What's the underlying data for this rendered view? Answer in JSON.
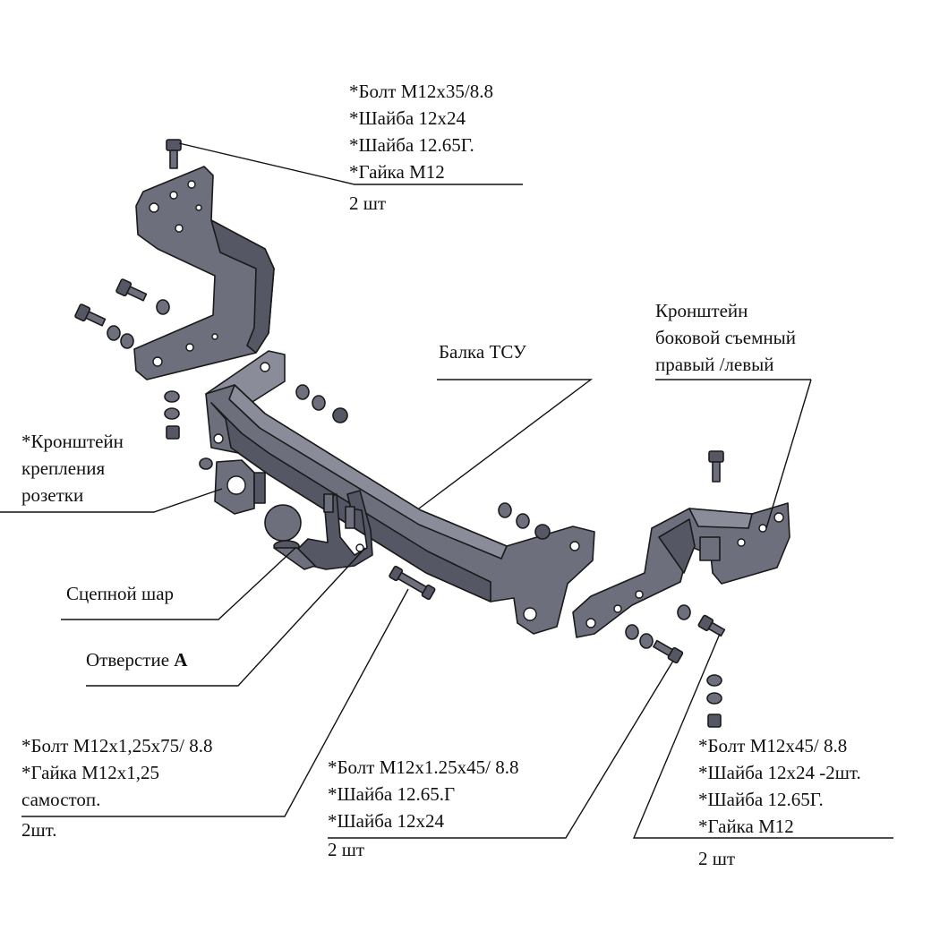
{
  "labels": {
    "top_bolt_kit": [
      "*Болт М12х35/8.8",
      "*Шайба 12х24",
      "*Шайба 12.65Г.",
      "*Гайка М12"
    ],
    "top_bolt_qty": "2 шт",
    "beam": "Балка ТСУ",
    "side_bracket": [
      "Кронштейн",
      "боковой съемный",
      "правый /левый"
    ],
    "socket_bracket": [
      "*Кронштейн",
      "крепления",
      "розетки"
    ],
    "tow_ball": "Сцепной шар",
    "hole_a_prefix": "Отверстие ",
    "hole_a_letter": "А",
    "ball_bolt_kit": [
      "*Болт М12х1,25х75/ 8.8",
      "*Гайка М12х1,25",
      "самостоп."
    ],
    "ball_bolt_qty": "2шт.",
    "beam_bolt_kit": [
      "*Болт М12х1.25х45/ 8.8",
      "*Шайба 12.65.Г",
      "*Шайба 12х24"
    ],
    "beam_bolt_qty": "2 шт",
    "side_bolt_kit": [
      "*Болт М12х45/ 8.8",
      "*Шайба 12х24 -2шт.",
      "*Шайба 12.65Г.",
      "*Гайка М12"
    ],
    "side_bolt_qty": "2 шт"
  },
  "colors": {
    "metal": "#6d6f7d",
    "metal_light": "#8a8c99",
    "metal_dark": "#555765",
    "outline": "#1a1a1a"
  }
}
